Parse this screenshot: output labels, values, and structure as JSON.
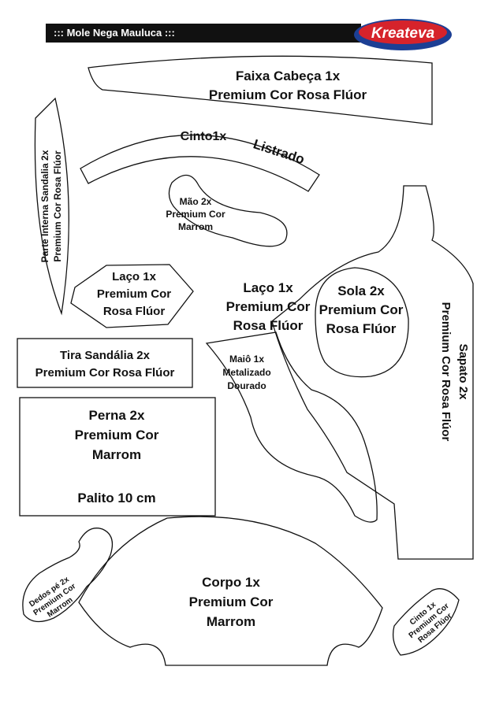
{
  "header": {
    "title": "::: Mole Nega Mauluca :::"
  },
  "brand": {
    "logo_text": "Kreateva",
    "colors": {
      "red": "#d6232b",
      "blue": "#1c3f94",
      "yellow": "#f6c21a"
    }
  },
  "pieces": {
    "faixa": [
      "Faixa Cabeça 1x",
      "Premium Cor Rosa Flúor"
    ],
    "cinto": [
      "Cinto1x"
    ],
    "listrado": "Listrado",
    "parte_interna": [
      "Parte Interna Sandalia 2x",
      "Premium Cor Rosa Flúor"
    ],
    "mao": [
      "Mão 2x",
      "Premium Cor",
      "Marrom"
    ],
    "laco_left": [
      "Laço 1x",
      "Premium Cor",
      "Rosa Flúor"
    ],
    "laco_center": [
      "Laço 1x",
      "Premium Cor",
      "Rosa Flúor"
    ],
    "sola": [
      "Sola 2x",
      "Premium Cor",
      "Rosa Flúor"
    ],
    "sapato": [
      "Sapato 2x",
      "Premium Cor Rosa Flúor"
    ],
    "tira": [
      "Tira Sandália 2x",
      "Premium Cor Rosa Flúor"
    ],
    "maio": [
      "Maiô 1x",
      "Metalizado",
      "Dourado"
    ],
    "perna": [
      "Perna 2x",
      "Premium Cor",
      "Marrom",
      "Palito 10 cm"
    ],
    "dedos": [
      "Dedos pé 2x",
      "Premium Cor",
      "Marrom"
    ],
    "corpo": [
      "Corpo 1x",
      "Premium Cor",
      "Marrom"
    ],
    "cinto_small": [
      "Cinto 1x",
      "Premium Cor",
      "Rosa Flúor"
    ]
  }
}
